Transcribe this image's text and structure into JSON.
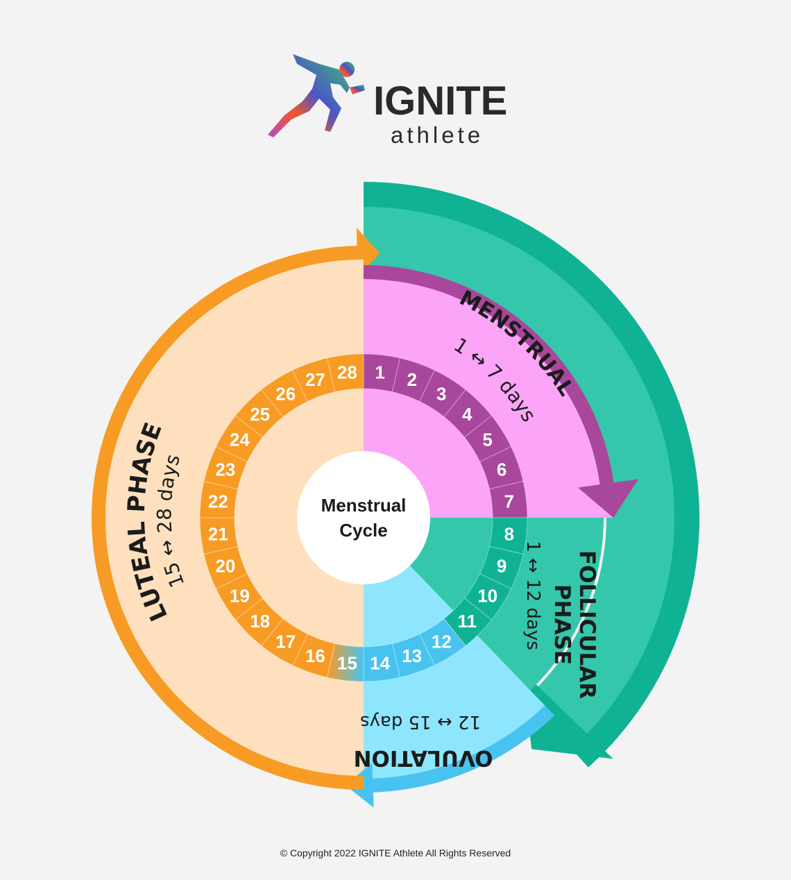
{
  "brand": {
    "name": "IGNITE",
    "tagline": "athlete"
  },
  "center": {
    "line1": "Menstrual",
    "line2": "Cycle"
  },
  "phases": {
    "menstrual": {
      "title": "MENSTRUAL",
      "range": "1 ↔ 7 days",
      "color": "#a9479c",
      "fill": "#fba4f8"
    },
    "follicular": {
      "title1": "FOLLICULAR",
      "title2": "PHASE",
      "range": "1 ↔ 12 days",
      "color": "#0fb394",
      "fill": "#34c7ab"
    },
    "ovulation": {
      "title": "OVULATION",
      "range": "12 ↔ 15 days",
      "color": "#48c3f0",
      "fill": "#8ee6fe"
    },
    "luteal": {
      "title": "LUTEAL PHASE",
      "range": "15 ↔ 28 days",
      "color": "#f79b24",
      "fill": "#fee0be"
    }
  },
  "days": [
    "1",
    "2",
    "3",
    "4",
    "5",
    "6",
    "7",
    "8",
    "9",
    "10",
    "11",
    "12",
    "13",
    "14",
    "15",
    "16",
    "17",
    "18",
    "19",
    "20",
    "21",
    "22",
    "23",
    "24",
    "25",
    "26",
    "27",
    "28"
  ],
  "footer": {
    "copyright": "© Copyright 2022 IGNITE Athlete All Rights Reserved"
  }
}
